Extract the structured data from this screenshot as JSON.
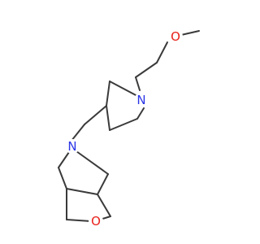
{
  "molecule": {
    "atoms": {
      "O1": {
        "label": "O",
        "color": "#e8201a"
      },
      "N1": {
        "label": "N",
        "color": "#2b35e6"
      },
      "N2": {
        "label": "N",
        "color": "#2b35e6"
      },
      "O2": {
        "label": "O",
        "color": "#e8201a"
      }
    },
    "bond_color": "#3a3a3a"
  }
}
